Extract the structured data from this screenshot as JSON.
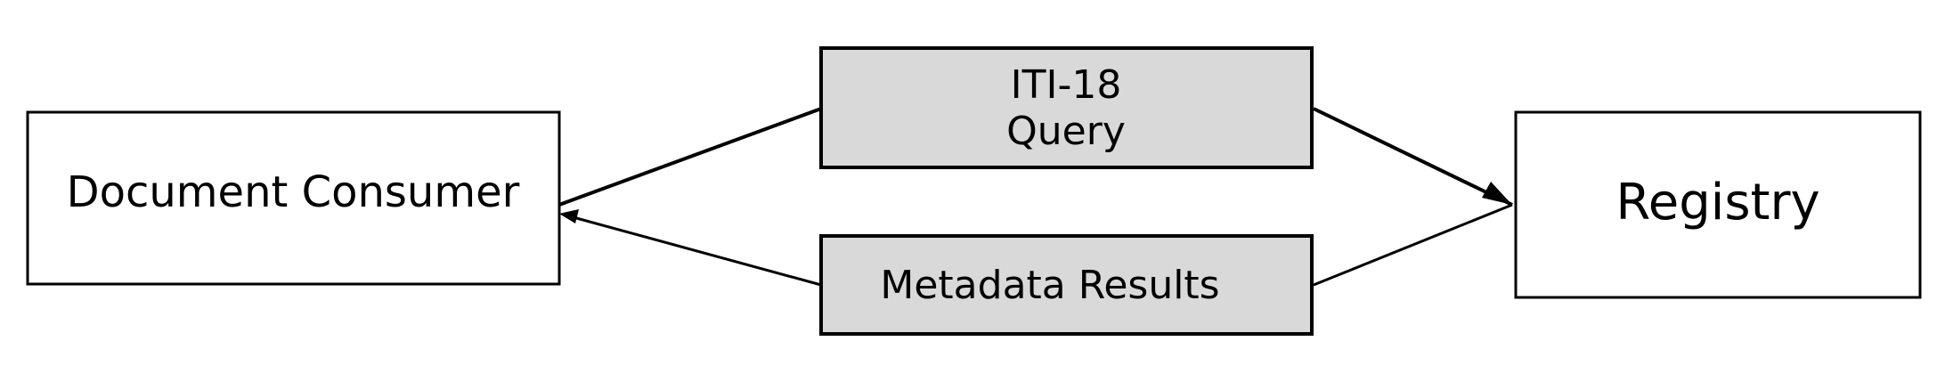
{
  "nodes": {
    "consumer": {
      "label": "Document Consumer"
    },
    "registry": {
      "label": "Registry"
    },
    "query": {
      "line1": "ITI-18",
      "line2": "Query"
    },
    "results": {
      "label": "Metadata Results"
    }
  },
  "colors": {
    "box_fill": "#ffffff",
    "message_fill": "#d9d9d9",
    "stroke": "#000000"
  }
}
